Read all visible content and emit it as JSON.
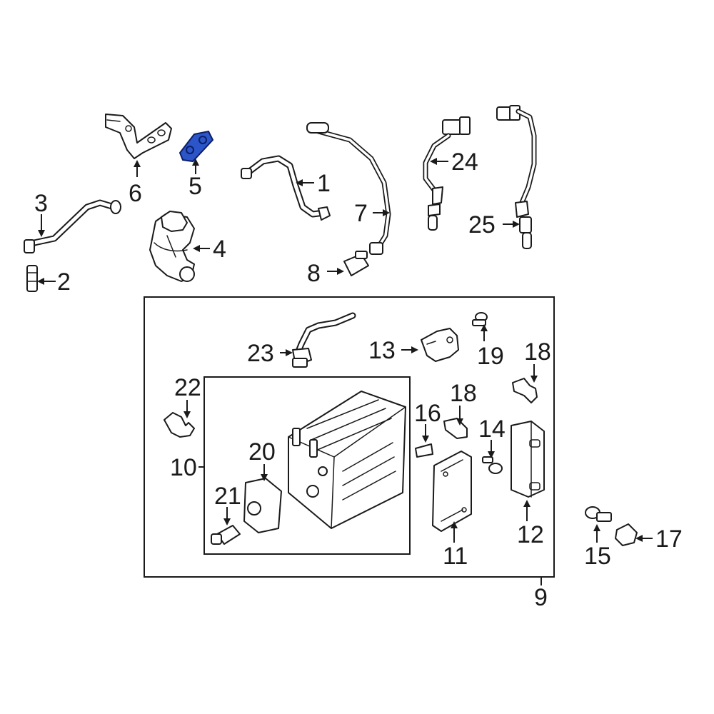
{
  "diagram": {
    "highlight_color": "#2b55c8",
    "callouts": {
      "c1": "1",
      "c2": "2",
      "c3": "3",
      "c4": "4",
      "c5": "5",
      "c6": "6",
      "c7": "7",
      "c8": "8",
      "c9": "9",
      "c10": "10",
      "c11": "11",
      "c12": "12",
      "c13": "13",
      "c14": "14",
      "c15": "15",
      "c16": "16",
      "c17": "17",
      "c18a": "18",
      "c18b": "18",
      "c19": "19",
      "c20": "20",
      "c21": "21",
      "c22": "22",
      "c23": "23",
      "c24": "24",
      "c25": "25"
    }
  }
}
